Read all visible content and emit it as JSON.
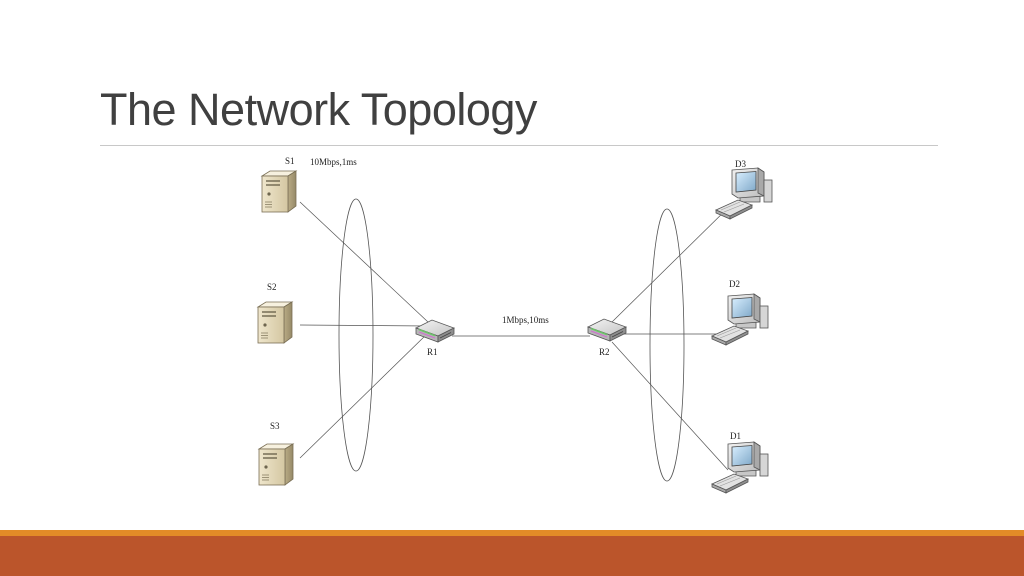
{
  "slide": {
    "title": "The Network Topology"
  },
  "topology": {
    "servers": [
      {
        "id": "s1",
        "label": "S1"
      },
      {
        "id": "s2",
        "label": "S2"
      },
      {
        "id": "s3",
        "label": "S3"
      }
    ],
    "routers": [
      {
        "id": "r1",
        "label": "R1"
      },
      {
        "id": "r2",
        "label": "R2"
      }
    ],
    "destinations": [
      {
        "id": "d3",
        "label": "D3"
      },
      {
        "id": "d2",
        "label": "D2"
      },
      {
        "id": "d1",
        "label": "D1"
      }
    ],
    "links": {
      "access": "10Mbps,1ms",
      "bottleneck": "1Mbps,10ms"
    }
  },
  "colors": {
    "title": "#404040",
    "footer_accent": "#e38b27",
    "footer_bar": "#bb552b"
  }
}
